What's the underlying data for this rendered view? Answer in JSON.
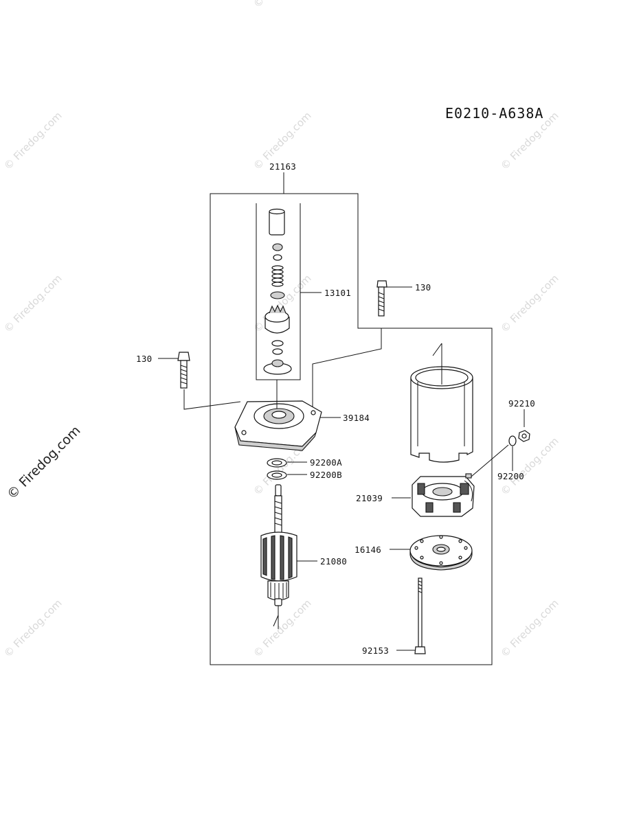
{
  "diagram_code": "E0210-A638A",
  "watermarks": {
    "text": "© Firedog.com",
    "large_text": "© Firedog.com"
  },
  "labels": {
    "assembly": "21163",
    "drive_kit": "13101",
    "bolt_upper": "130",
    "bolt_left": "130",
    "bracket": "39184",
    "washer_a": "92200A",
    "washer_b": "92200B",
    "armature": "21080",
    "nut": "92210",
    "washer": "92200",
    "brush_holder": "21039",
    "end_plate": "16146",
    "through_bolt": "92153"
  }
}
